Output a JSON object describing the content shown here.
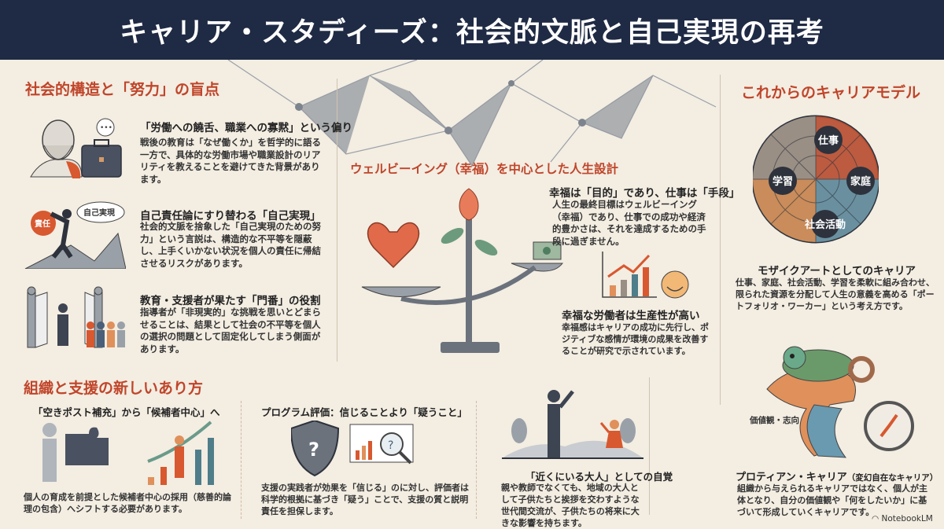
{
  "title": "キャリア・スタディーズ：社会的文脈と自己実現の再考",
  "left": {
    "heading": "社会的構造と「努力」の盲点",
    "items": [
      {
        "title": "「労働への饒舌、職業への寡黙」という偏り",
        "body": "戦後の教育は「なぜ働くか」を哲学的に語る一方で、具体的な労働市場や職業設計のリアリティを教えることを避けてきた背景があります。"
      },
      {
        "title": "自己責任論にすり替わる「自己実現」",
        "body": "社会的文脈を捨象した「自己実現のための努力」という言説は、構造的な不平等を隠蔽し、上手くいかない状況を個人の責任に帰結させるリスクがあります。",
        "icon_labels": [
          "責任",
          "自己実現"
        ]
      },
      {
        "title": "教育・支援者が果たす「門番」の役割",
        "body": "指導者が「非現実的」な挑戦を思いとどまらせることは、結果として社会の不平等を個人の選択の問題として固定化してしまう側面があります。"
      }
    ]
  },
  "center": {
    "heading": "ウェルビーイング（幸福）を中心とした人生設計",
    "items": [
      {
        "title": "幸福は「目的」であり、仕事は「手段」",
        "body": "人生の最終目標はウェルビーイング（幸福）であり、仕事での成功や経済的豊かさは、それを達成するための手段に過ぎません。"
      },
      {
        "title": "幸福な労働者は生産性が高い",
        "body": "幸福感はキャリアの成功に先行し、ポジティブな感情が環境の成果を改善することが研究で示されています。"
      }
    ]
  },
  "right": {
    "heading": "これからのキャリアモデル",
    "mosaic_labels": [
      "仕事",
      "学習",
      "家庭",
      "社会活動"
    ],
    "items": [
      {
        "title": "モザイクアートとしてのキャリア",
        "body": "仕事、家庭、社会活動、学習を柔軟に組み合わせ、限られた資源を分配して人生の意義を高める「ポートフォリオ・ワーカー」という考え方です。"
      },
      {
        "title": "プロティアン・キャリア",
        "title_sub": "（変幻自在なキャリア）",
        "body": "組織から与えられるキャリアではなく、個人が主体となり、自分の価値観や「何をしたいか」に基づいて形成していくキャリアです。",
        "river_label": "価値観・志向"
      }
    ]
  },
  "bottom": {
    "heading": "組織と支援の新しいあり方",
    "items": [
      {
        "title": "「空きポスト補充」から「候補者中心」へ",
        "body": "個人の育成を前提とした候補者中心の採用（慈善的論理の包含）へシフトする必要があります。"
      },
      {
        "title": "プログラム評価：信じることより「疑うこと」",
        "body": "支援の実践者が効果を「信じる」のに対し、評価者は科学的根拠に基づき「疑う」ことで、支援の質と説明責任を担保します。"
      },
      {
        "title": "「近くにいる大人」としての自覚",
        "body": "親や教師でなくても、地域の大人として子供たちと挨拶を交わすような世代間交流が、子供たちの将来に大きな影響を持ちます。"
      }
    ]
  },
  "footer": {
    "brand": "NotebookLM"
  }
}
